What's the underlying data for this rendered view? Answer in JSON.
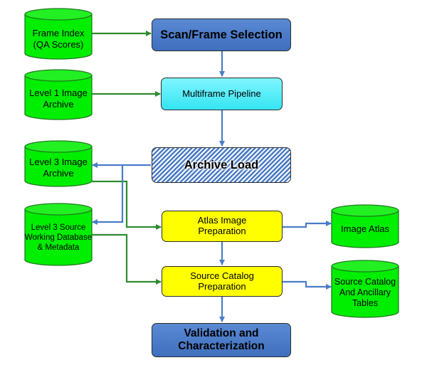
{
  "cylinders": {
    "frame_index": "Frame Index\n(QA Scores)",
    "level1_archive": "Level 1 Image\nArchive",
    "level3_archive": "Level 3 Image\nArchive",
    "level3_source": "Level 3 Source\nWorking Database\n& Metadata",
    "image_atlas": "Image Atlas",
    "source_catalog": "Source Catalog\nAnd Ancillary\nTables"
  },
  "process": {
    "scan_frame": "Scan/Frame Selection",
    "multiframe": "Multiframe Pipeline",
    "archive_load": "Archive Load",
    "atlas_prep": "Atlas Image\nPreparation",
    "source_catalog_prep": "Source Catalog\nPreparation",
    "validation": "Validation and\nCharacterization"
  },
  "colors": {
    "cylinder_fill": "#00ee00",
    "process_blue": "#4a7cc8",
    "cyan": "#3ff0ff",
    "yellow": "#ffff00",
    "arrow_green": "#2e8b2e",
    "arrow_blue": "#4a7cc8"
  }
}
